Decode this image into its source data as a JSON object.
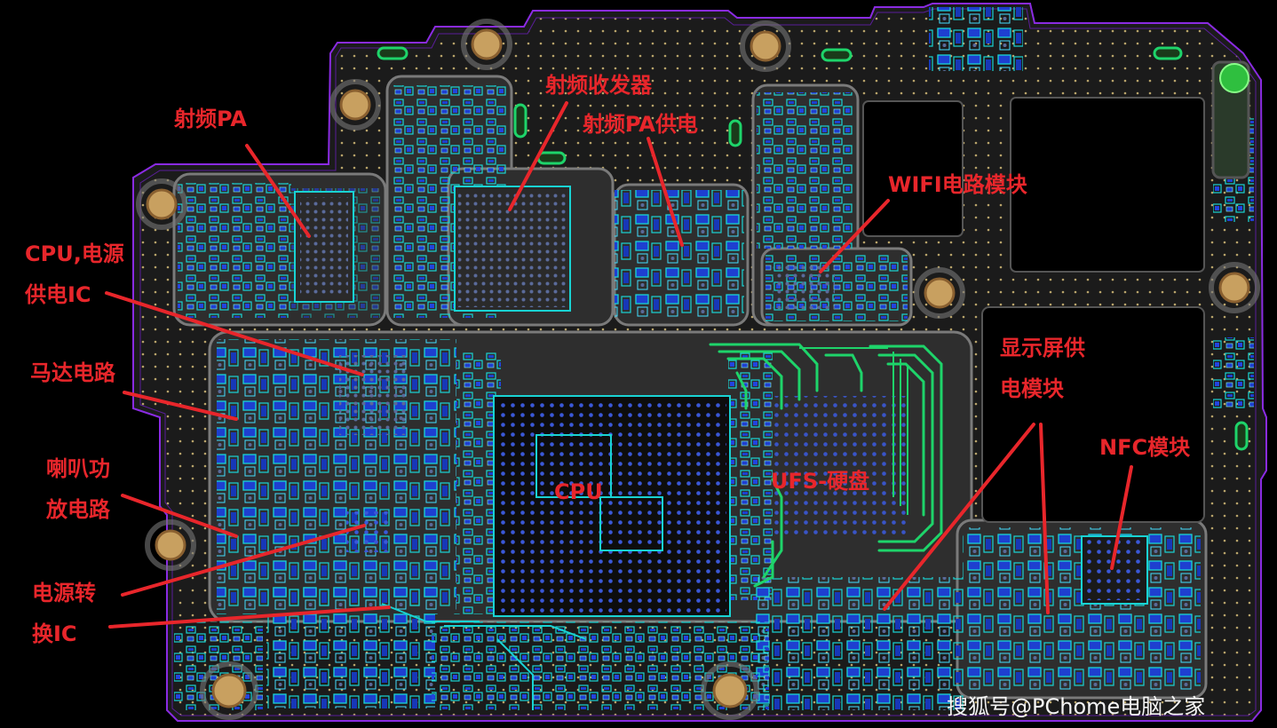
{
  "labels": {
    "rf_pa": "射频PA",
    "rf_transceiver": "射频收发器",
    "rf_pa_power": "射频PA供电",
    "wifi": "WIFI电路模块",
    "cpu_power_1": "CPU,电源",
    "cpu_power_2": "供电IC",
    "motor": "马达电路",
    "speaker_1": "喇叭功",
    "speaker_2": "放电路",
    "power_conv_1": "电源转",
    "power_conv_2": "换IC",
    "display_power_1": "显示屏供",
    "display_power_2": "电模块",
    "nfc": "NFC模块",
    "cpu": "CPU",
    "ufs": "UFS-硬盘"
  },
  "watermark": "搜狐号@PChome电脑之家",
  "colors": {
    "label": "#e8262b",
    "board_bg": "#000000",
    "board_fill": "#1a1a1a",
    "outline": "#8a2be2",
    "copper": "#6a6a6a",
    "pad_blue": "#1e3fd0",
    "trace_cyan": "#19d3d3",
    "trace_green": "#1ed46a",
    "dot_gold": "#c8b070"
  }
}
